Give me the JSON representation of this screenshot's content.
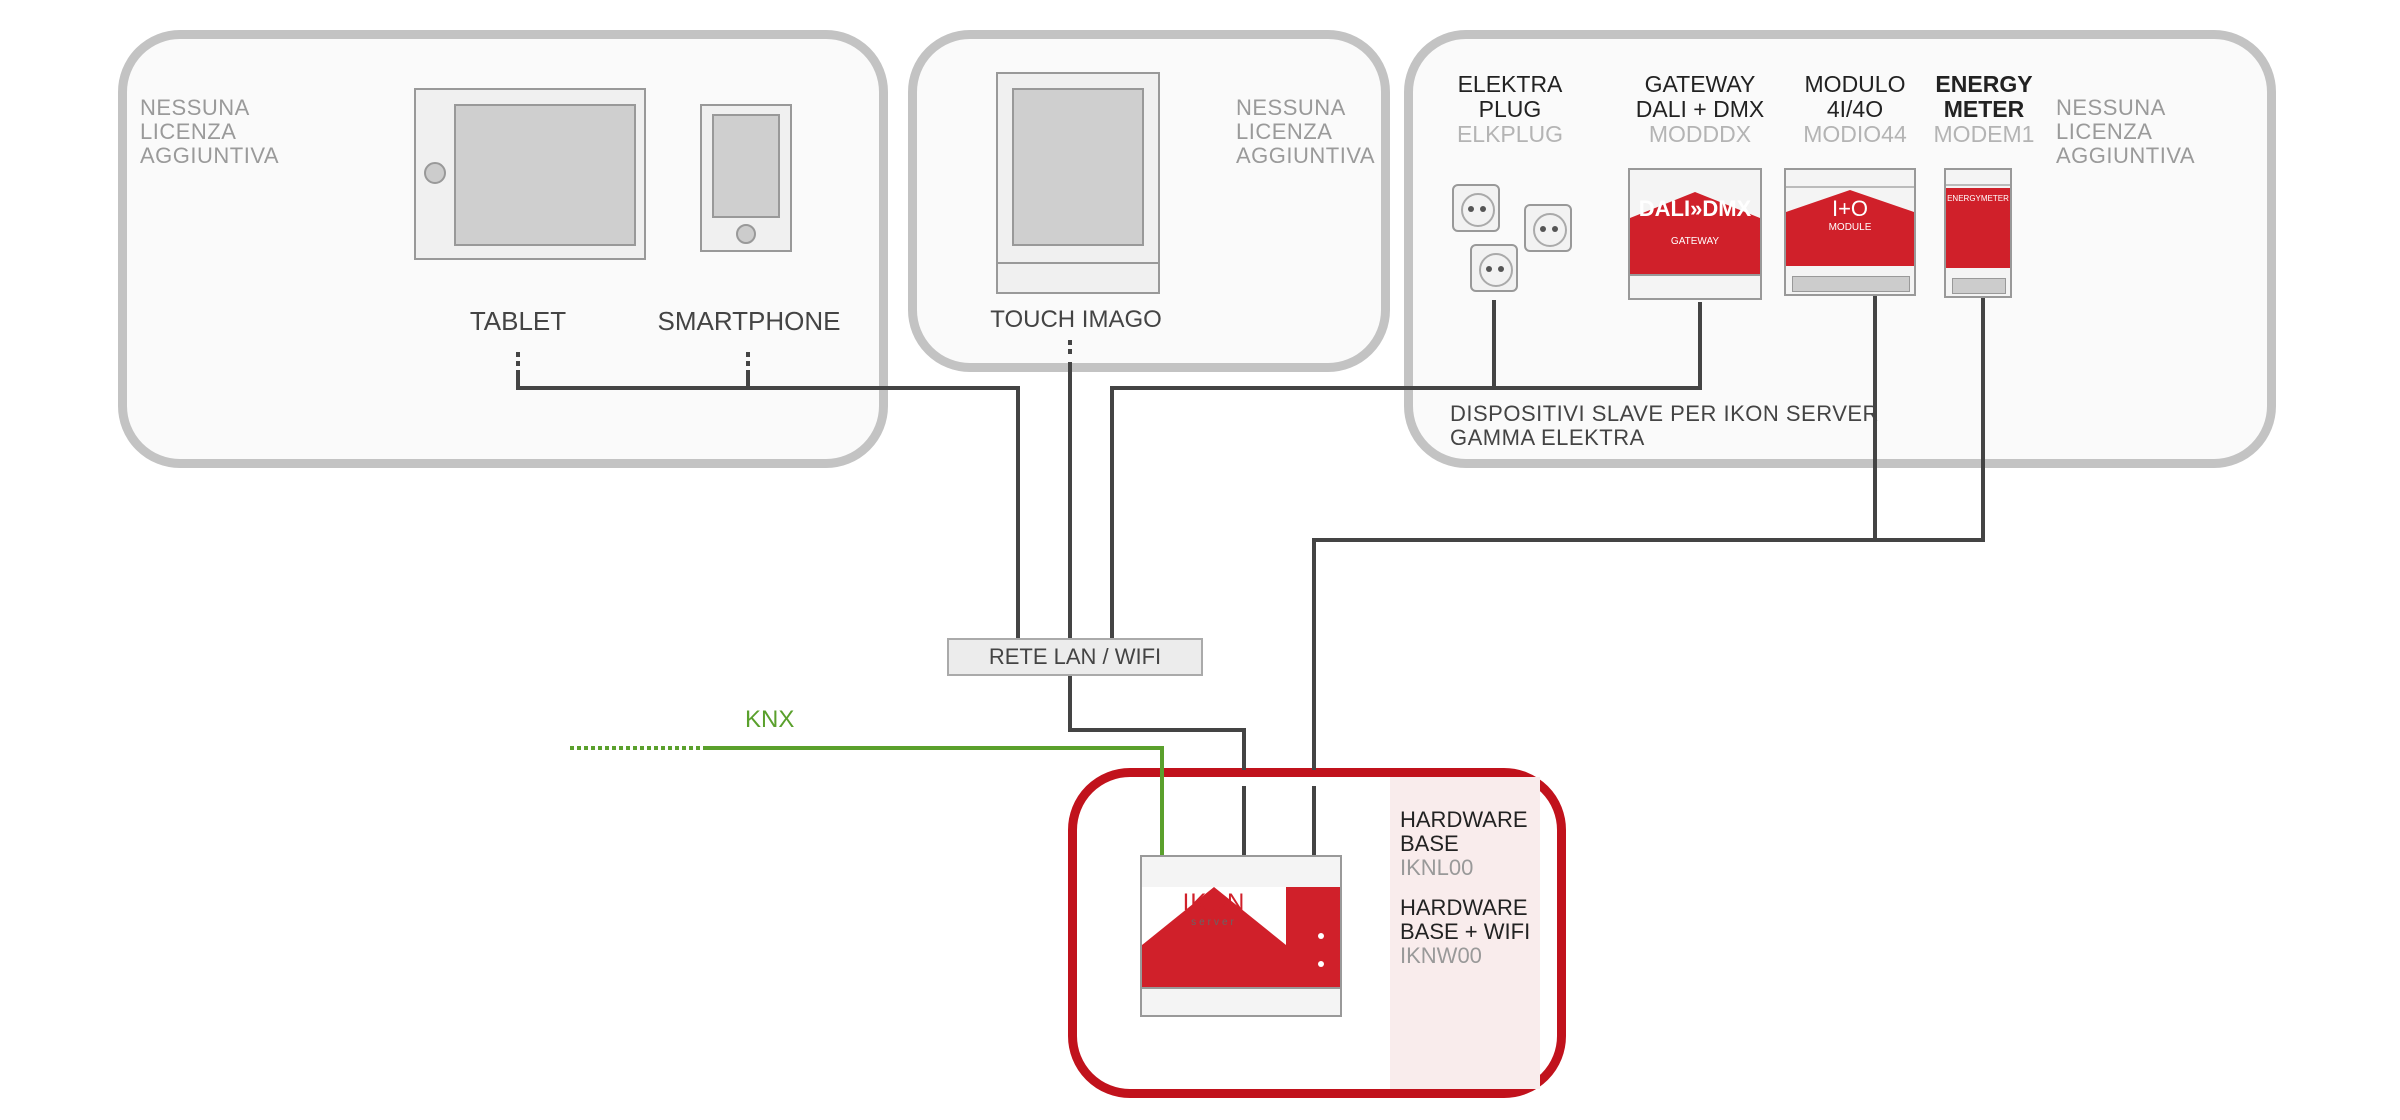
{
  "panels": {
    "left_note": [
      "NESSUNA",
      "LICENZA",
      "AGGIUNTIVA"
    ],
    "middle_note": [
      "NESSUNA",
      "LICENZA",
      "AGGIUNTIVA"
    ],
    "right_note": [
      "NESSUNA",
      "LICENZA",
      "AGGIUNTIVA"
    ]
  },
  "devices": {
    "tablet": "TABLET",
    "smartphone": "SMARTPHONE",
    "touch": "TOUCH IMAGO",
    "elektra_plug": {
      "line1": "ELEKTRA",
      "line2": "PLUG",
      "code": "ELKPLUG"
    },
    "gateway": {
      "line1": "GATEWAY",
      "line2": "DALI + DMX",
      "code": "MODDDX",
      "face": "DALI",
      "face2": "DMX",
      "sub": "GATEWAY"
    },
    "modulo": {
      "line1": "MODULO",
      "line2": "4I/4O",
      "code": "MODIO44",
      "face": "I+O",
      "sub": "MODULE"
    },
    "energy": {
      "line1": "ENERGY",
      "line2": "METER",
      "code": "MODEM1",
      "face": "ENERGYMETER"
    }
  },
  "slave_caption": [
    "DISPOSITIVI SLAVE PER IKON SERVER",
    "GAMMA ELEKTRA"
  ],
  "lan_label": "RETE LAN / WIFI",
  "knx_label": "KNX",
  "server": {
    "logo": "IKON",
    "sub": "server"
  },
  "hardware": [
    {
      "line1": "HARDWARE",
      "line2": "BASE",
      "code": "IKNL00"
    },
    {
      "line1": "HARDWARE",
      "line2": "BASE + WIFI",
      "code": "IKNW00"
    }
  ],
  "colors": {
    "accent": "#d0202a",
    "knx": "#5aa02c",
    "wire": "#444444",
    "panel_border": "#c3c3c3"
  }
}
